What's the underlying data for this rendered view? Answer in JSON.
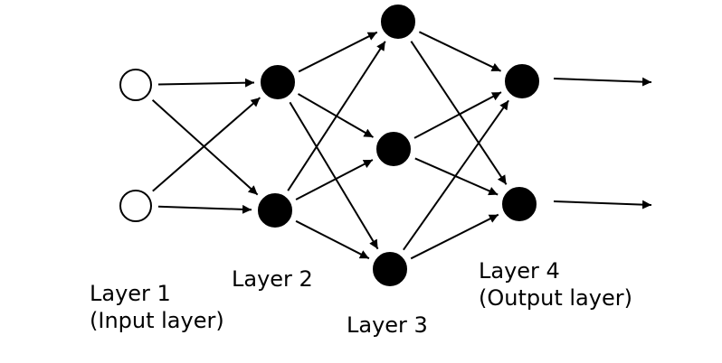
{
  "diagram": {
    "layers": [
      {
        "id": "layer-1",
        "name_lines": [
          "Layer 1",
          "(Input layer)"
        ],
        "node_count": 2,
        "node_style": "hollow"
      },
      {
        "id": "layer-2",
        "name_lines": [
          "Layer 2"
        ],
        "node_count": 2,
        "node_style": "filled"
      },
      {
        "id": "layer-3",
        "name_lines": [
          "Layer 3"
        ],
        "node_count": 3,
        "node_style": "filled"
      },
      {
        "id": "layer-4",
        "name_lines": [
          "Layer 4",
          "(Output layer)"
        ],
        "node_count": 2,
        "node_style": "filled"
      }
    ],
    "connections": "fully-connected between consecutive layers",
    "output_arrows": 2,
    "colors": {
      "stroke": "#000000",
      "fill": "#000000",
      "background": "#ffffff"
    }
  }
}
